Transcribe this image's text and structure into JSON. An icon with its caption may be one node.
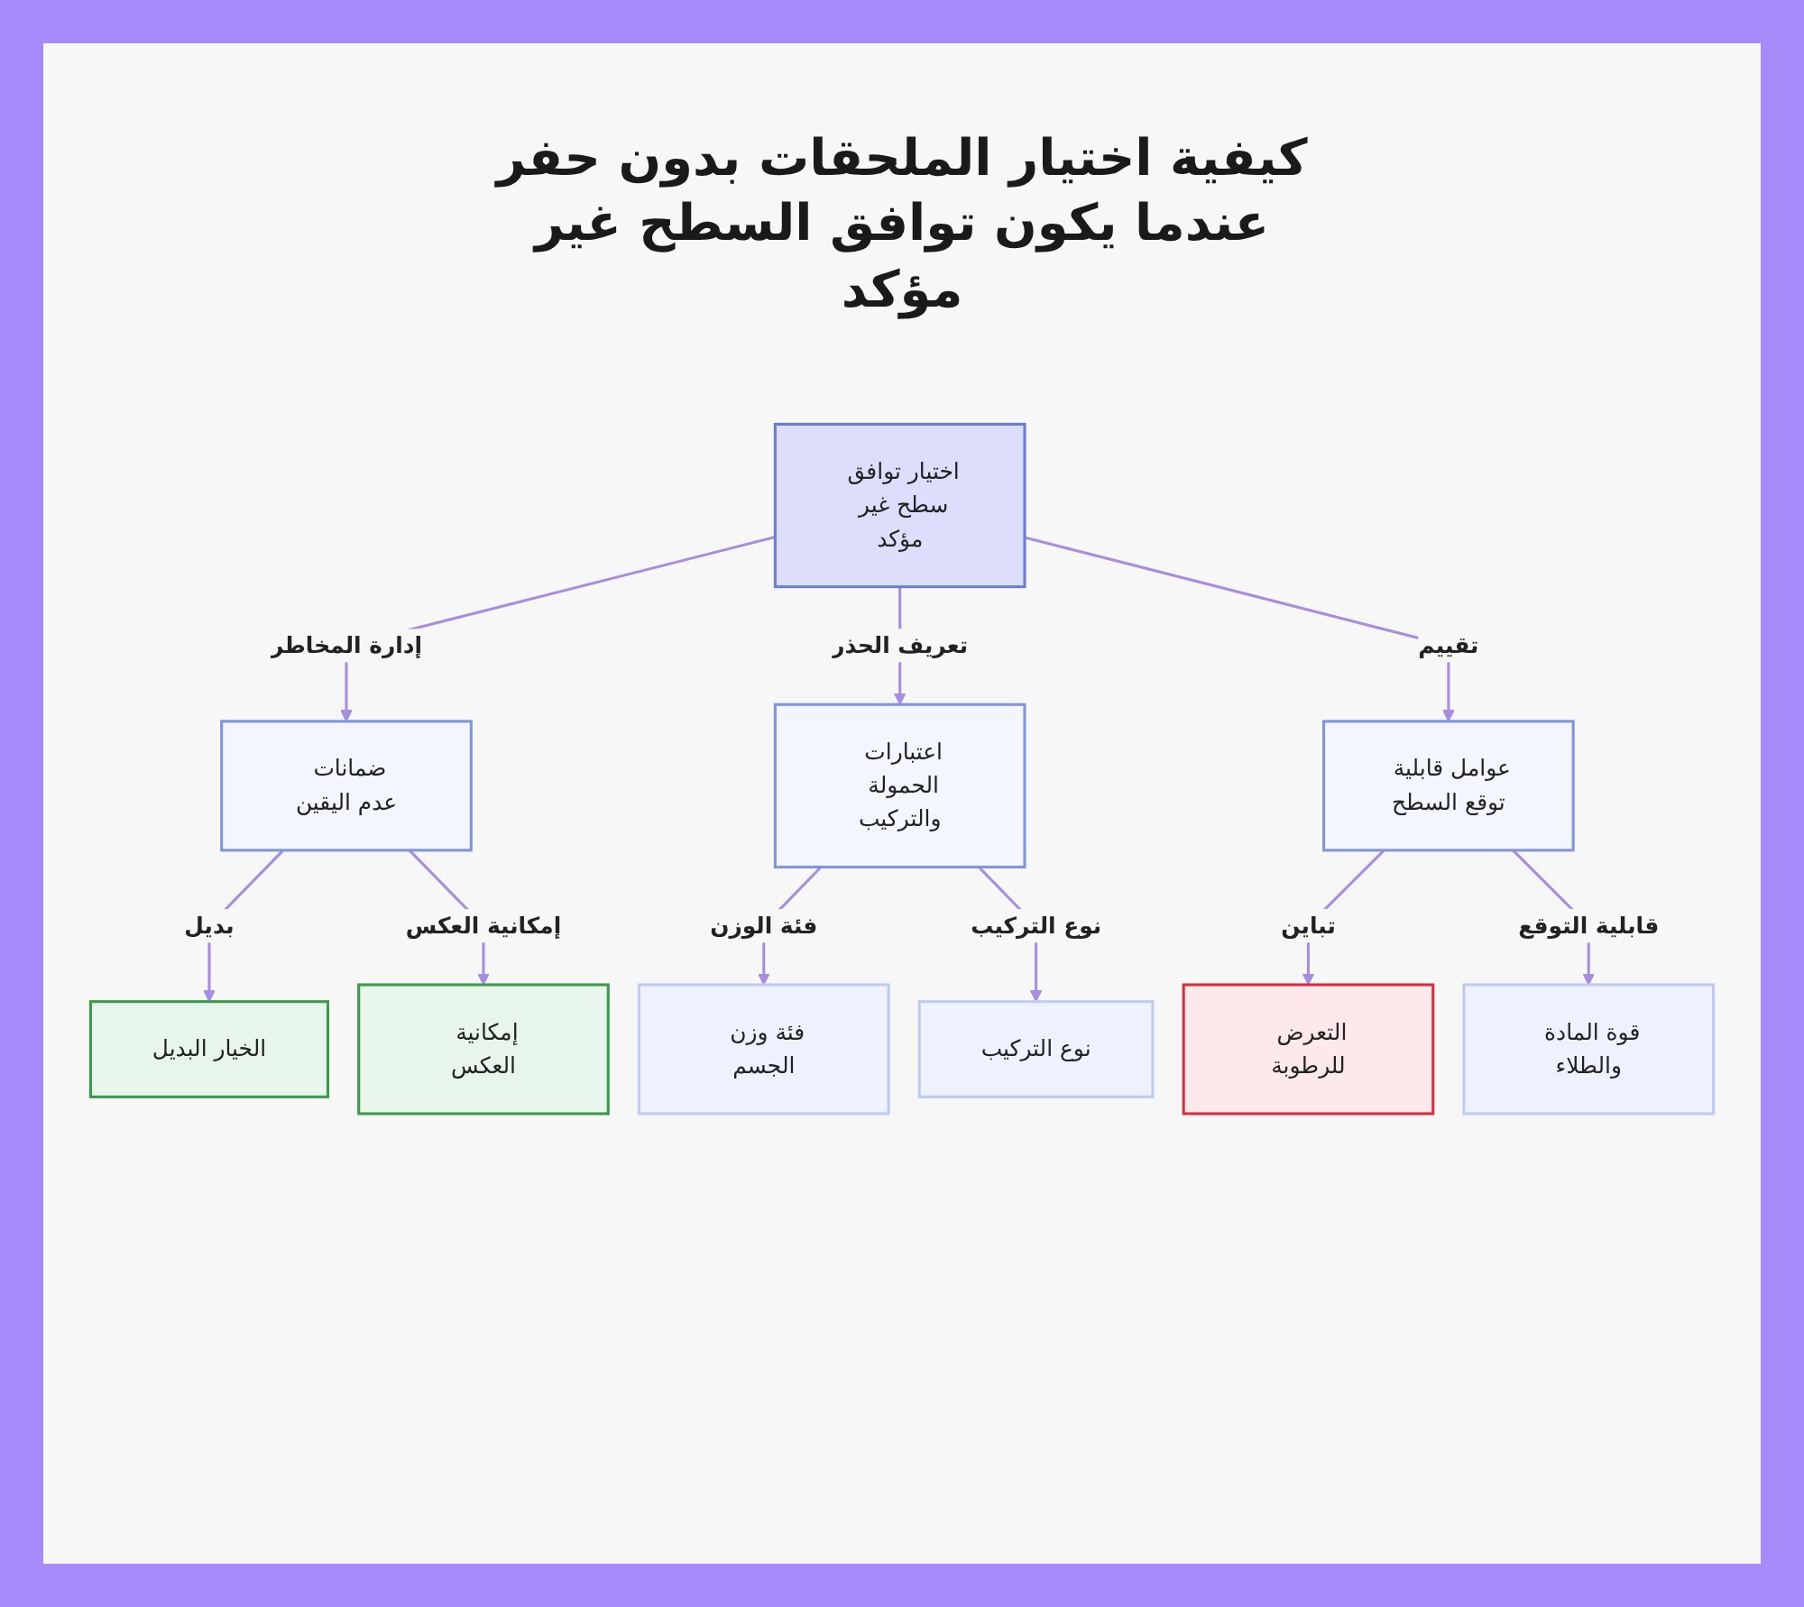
{
  "diagram": {
    "title": "كيفية اختيار الملحقات بدون حفر عندما يكون توافق السطح غير مؤكد",
    "nodes": [
      {
        "text": [
          "اختيار توافق سطح غير مؤكد"
        ]
      },
      {
        "text": [
          "عوامل قابلية توقع السطح"
        ]
      },
      {
        "text": [
          "اعتبارات الحمولة والتركيب"
        ]
      },
      {
        "text": [
          "ضمانات عدم اليقين"
        ]
      },
      {
        "text": [
          "قوة المادة والطلاء"
        ]
      },
      {
        "text": [
          "التعرض للرطوبة"
        ]
      },
      {
        "text": [
          "نوع التركيب"
        ]
      },
      {
        "text": [
          "فئة وزن الجسم"
        ]
      },
      {
        "text": [
          "إمكانية العكس"
        ]
      },
      {
        "text": [
          "الخيار البديل"
        ]
      }
    ],
    "edges": [
      {
        "from": 0,
        "to": 3,
        "arrow": "to",
        "label": "إدارة المخاطر"
      },
      {
        "from": 0,
        "to": 2,
        "arrow": "to",
        "label": "تعريف الحذر"
      },
      {
        "from": 0,
        "to": 1,
        "arrow": "to",
        "label": "تقييم"
      },
      {
        "from": 3,
        "to": 9,
        "arrow": "to",
        "label": "بديل"
      },
      {
        "from": 3,
        "to": 8,
        "arrow": "to",
        "label": "إمكانية العكس"
      },
      {
        "from": 2,
        "to": 7,
        "arrow": "to",
        "label": "فئة الوزن"
      },
      {
        "from": 2,
        "to": 6,
        "arrow": "to",
        "label": "نوع التركيب"
      },
      {
        "from": 1,
        "to": 5,
        "arrow": "to",
        "label": "تباين"
      },
      {
        "from": 1,
        "to": 4,
        "arrow": "to",
        "label": "قابلية التوقع"
      }
    ]
  }
}
